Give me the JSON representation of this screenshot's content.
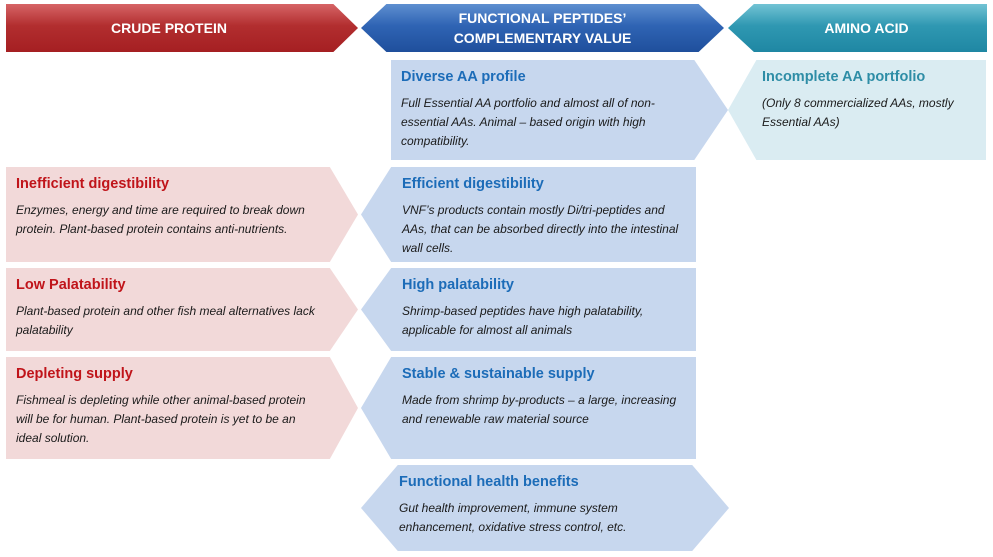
{
  "headers": {
    "crude_protein": "CRUDE PROTEIN",
    "functional_peptides": "FUNCTIONAL PEPTIDES’ COMPLEMENTARY VALUE",
    "amino_acid": "AMINO ACID"
  },
  "crude_protein": [
    {
      "title": "Inefficient digestibility",
      "text": "Enzymes, energy and time are required to break down protein. Plant-based protein contains anti-nutrients."
    },
    {
      "title": "Low Palatability",
      "text": "Plant-based protein and other fish meal alternatives lack palatability"
    },
    {
      "title": "Depleting supply",
      "text": "Fishmeal is depleting while other animal-based protein will be for human. Plant-based protein is yet to be an ideal solution."
    }
  ],
  "functional_peptides": [
    {
      "title": "Diverse AA profile",
      "text": "Full Essential AA portfolio and almost all of non-essential AAs. Animal – based origin with high compatibility."
    },
    {
      "title": "Efficient digestibility",
      "text": "VNF’s products contain mostly Di/tri-peptides and AAs, that can be absorbed directly into the intestinal wall cells."
    },
    {
      "title": "High palatability",
      "text": "Shrimp-based peptides have high palatability, applicable for almost all animals"
    },
    {
      "title": "Stable & sustainable supply",
      "text": "Made from shrimp by-products – a large, increasing and renewable raw material source"
    },
    {
      "title": "Functional health benefits",
      "text": "Gut health improvement, immune system enhancement, oxidative stress control, etc."
    }
  ],
  "amino_acid": [
    {
      "title": "Incomplete AA portfolio",
      "text": "(Only 8 commercialized AAs, mostly Essential AAs)"
    }
  ],
  "colors": {
    "crude_red": "#b22e2f",
    "peptide_blue": "#2f64b4",
    "amino_teal": "#2f98b2",
    "red_box": "#f2d9d9",
    "blue_box": "#c7d7ee",
    "teal_box": "#daecf2"
  }
}
